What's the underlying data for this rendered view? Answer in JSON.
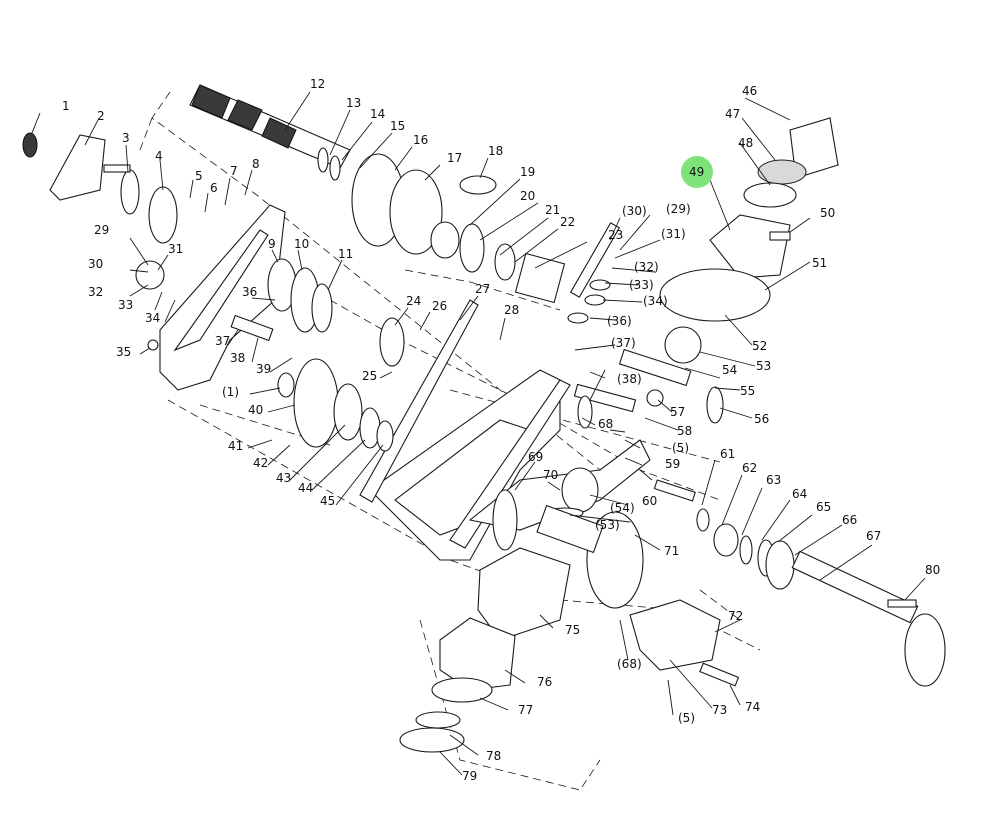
{
  "callouts": [
    {
      "id": "c1",
      "text": "1"
    },
    {
      "id": "c2",
      "text": "2"
    },
    {
      "id": "c3",
      "text": "3"
    },
    {
      "id": "c4",
      "text": "4"
    },
    {
      "id": "c5",
      "text": "5"
    },
    {
      "id": "c6",
      "text": "6"
    },
    {
      "id": "c7",
      "text": "7"
    },
    {
      "id": "c8",
      "text": "8"
    },
    {
      "id": "c9",
      "text": "9"
    },
    {
      "id": "c10",
      "text": "10"
    },
    {
      "id": "c11",
      "text": "11"
    },
    {
      "id": "c12",
      "text": "12"
    },
    {
      "id": "c13",
      "text": "13"
    },
    {
      "id": "c14",
      "text": "14"
    },
    {
      "id": "c15",
      "text": "15"
    },
    {
      "id": "c16",
      "text": "16"
    },
    {
      "id": "c17",
      "text": "17"
    },
    {
      "id": "c18",
      "text": "18"
    },
    {
      "id": "c19",
      "text": "19"
    },
    {
      "id": "c20",
      "text": "20"
    },
    {
      "id": "c21",
      "text": "21"
    },
    {
      "id": "c22",
      "text": "22"
    },
    {
      "id": "c23",
      "text": "23"
    },
    {
      "id": "c24",
      "text": "24"
    },
    {
      "id": "c25",
      "text": "25"
    },
    {
      "id": "c26",
      "text": "26"
    },
    {
      "id": "c27",
      "text": "27"
    },
    {
      "id": "c28",
      "text": "28"
    },
    {
      "id": "c29",
      "text": "29"
    },
    {
      "id": "c30",
      "text": "30"
    },
    {
      "id": "c31",
      "text": "31"
    },
    {
      "id": "c32",
      "text": "32"
    },
    {
      "id": "c33",
      "text": "33"
    },
    {
      "id": "c34",
      "text": "34"
    },
    {
      "id": "c35",
      "text": "35"
    },
    {
      "id": "c36",
      "text": "36"
    },
    {
      "id": "c37",
      "text": "37"
    },
    {
      "id": "c38",
      "text": "38"
    },
    {
      "id": "c39",
      "text": "39"
    },
    {
      "id": "c40",
      "text": "40"
    },
    {
      "id": "c41",
      "text": "41"
    },
    {
      "id": "c42",
      "text": "42"
    },
    {
      "id": "c43",
      "text": "43"
    },
    {
      "id": "c44",
      "text": "44"
    },
    {
      "id": "c45",
      "text": "45"
    },
    {
      "id": "c46",
      "text": "46"
    },
    {
      "id": "c47",
      "text": "47"
    },
    {
      "id": "c48",
      "text": "48"
    },
    {
      "id": "c49",
      "text": "49"
    },
    {
      "id": "c50",
      "text": "50"
    },
    {
      "id": "c51",
      "text": "51"
    },
    {
      "id": "c52",
      "text": "52"
    },
    {
      "id": "c53",
      "text": "53"
    },
    {
      "id": "c54",
      "text": "54"
    },
    {
      "id": "c55",
      "text": "55"
    },
    {
      "id": "c56",
      "text": "56"
    },
    {
      "id": "c57",
      "text": "57"
    },
    {
      "id": "c58",
      "text": "58"
    },
    {
      "id": "c59",
      "text": "59"
    },
    {
      "id": "c60",
      "text": "60"
    },
    {
      "id": "c61",
      "text": "61"
    },
    {
      "id": "c62",
      "text": "62"
    },
    {
      "id": "c63",
      "text": "63"
    },
    {
      "id": "c64",
      "text": "64"
    },
    {
      "id": "c65",
      "text": "65"
    },
    {
      "id": "c66",
      "text": "66"
    },
    {
      "id": "c67",
      "text": "67"
    },
    {
      "id": "c68",
      "text": "68"
    },
    {
      "id": "c69",
      "text": "69"
    },
    {
      "id": "c70",
      "text": "70"
    },
    {
      "id": "c71",
      "text": "71"
    },
    {
      "id": "c72",
      "text": "72"
    },
    {
      "id": "c73",
      "text": "73"
    },
    {
      "id": "c74",
      "text": "74"
    },
    {
      "id": "c75",
      "text": "75"
    },
    {
      "id": "c76",
      "text": "76"
    },
    {
      "id": "c77",
      "text": "77"
    },
    {
      "id": "c78",
      "text": "78"
    },
    {
      "id": "c79",
      "text": "79"
    },
    {
      "id": "c80",
      "text": "80"
    },
    {
      "id": "p1",
      "text": "(1)"
    },
    {
      "id": "p5a",
      "text": "(5)"
    },
    {
      "id": "p5b",
      "text": "(5)"
    },
    {
      "id": "p29",
      "text": "(29)"
    },
    {
      "id": "p30",
      "text": "(30)"
    },
    {
      "id": "p31",
      "text": "(31)"
    },
    {
      "id": "p32",
      "text": "(32)"
    },
    {
      "id": "p33",
      "text": "(33)"
    },
    {
      "id": "p34",
      "text": "(34)"
    },
    {
      "id": "p36",
      "text": "(36)"
    },
    {
      "id": "p37",
      "text": "(37)"
    },
    {
      "id": "p38",
      "text": "(38)"
    },
    {
      "id": "p53",
      "text": "(53)"
    },
    {
      "id": "p54",
      "text": "(54)"
    },
    {
      "id": "p68",
      "text": "(68)"
    }
  ],
  "highlight": {
    "text": "49",
    "color": "#7ee27a"
  },
  "colors": {
    "line": "#1a1a1a",
    "background": "#ffffff"
  }
}
